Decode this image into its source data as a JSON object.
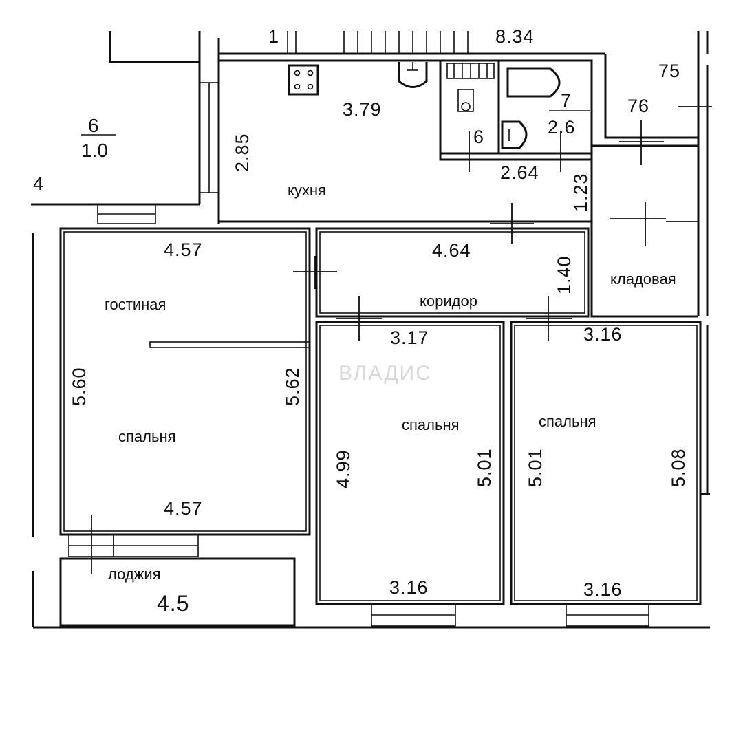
{
  "rooms": {
    "kitchen": "кухня",
    "living": "гостиная",
    "bedroom_left": "спальня",
    "bedroom_mid": "спальня",
    "bedroom_right": "спальня",
    "corridor": "коридор",
    "storage": "кладовая",
    "loggia": "лоджия"
  },
  "dimensions": {
    "top_total": "8.34",
    "top_one": "1",
    "kitchen_width": "3.79",
    "kitchen_depth": "2.85",
    "wc_number": "6",
    "bath_number": "7",
    "bath_size": "2.6",
    "hall_2_64": "2.64",
    "hall_1_23": "1.23",
    "neighbor_75": "75",
    "neighbor_76": "76",
    "left_frac_top": "6",
    "left_frac_bottom": "1.0",
    "left_edge_4": "4",
    "living_top": "4.57",
    "living_height": "5.60",
    "living_right": "5.62",
    "living_bottom": "4.57",
    "corridor_length": "4.64",
    "corridor_depth": "1.40",
    "mid_bed_top": "3.17",
    "mid_bed_left": "4.99",
    "mid_bed_right": "5.01",
    "mid_bed_bottom": "3.16",
    "right_bed_top": "3.16",
    "right_bed_left": "5.01",
    "right_bed_right": "5.08",
    "right_bed_bottom": "3.16",
    "loggia_size": "4.5"
  },
  "watermark": "ВЛАДИС"
}
